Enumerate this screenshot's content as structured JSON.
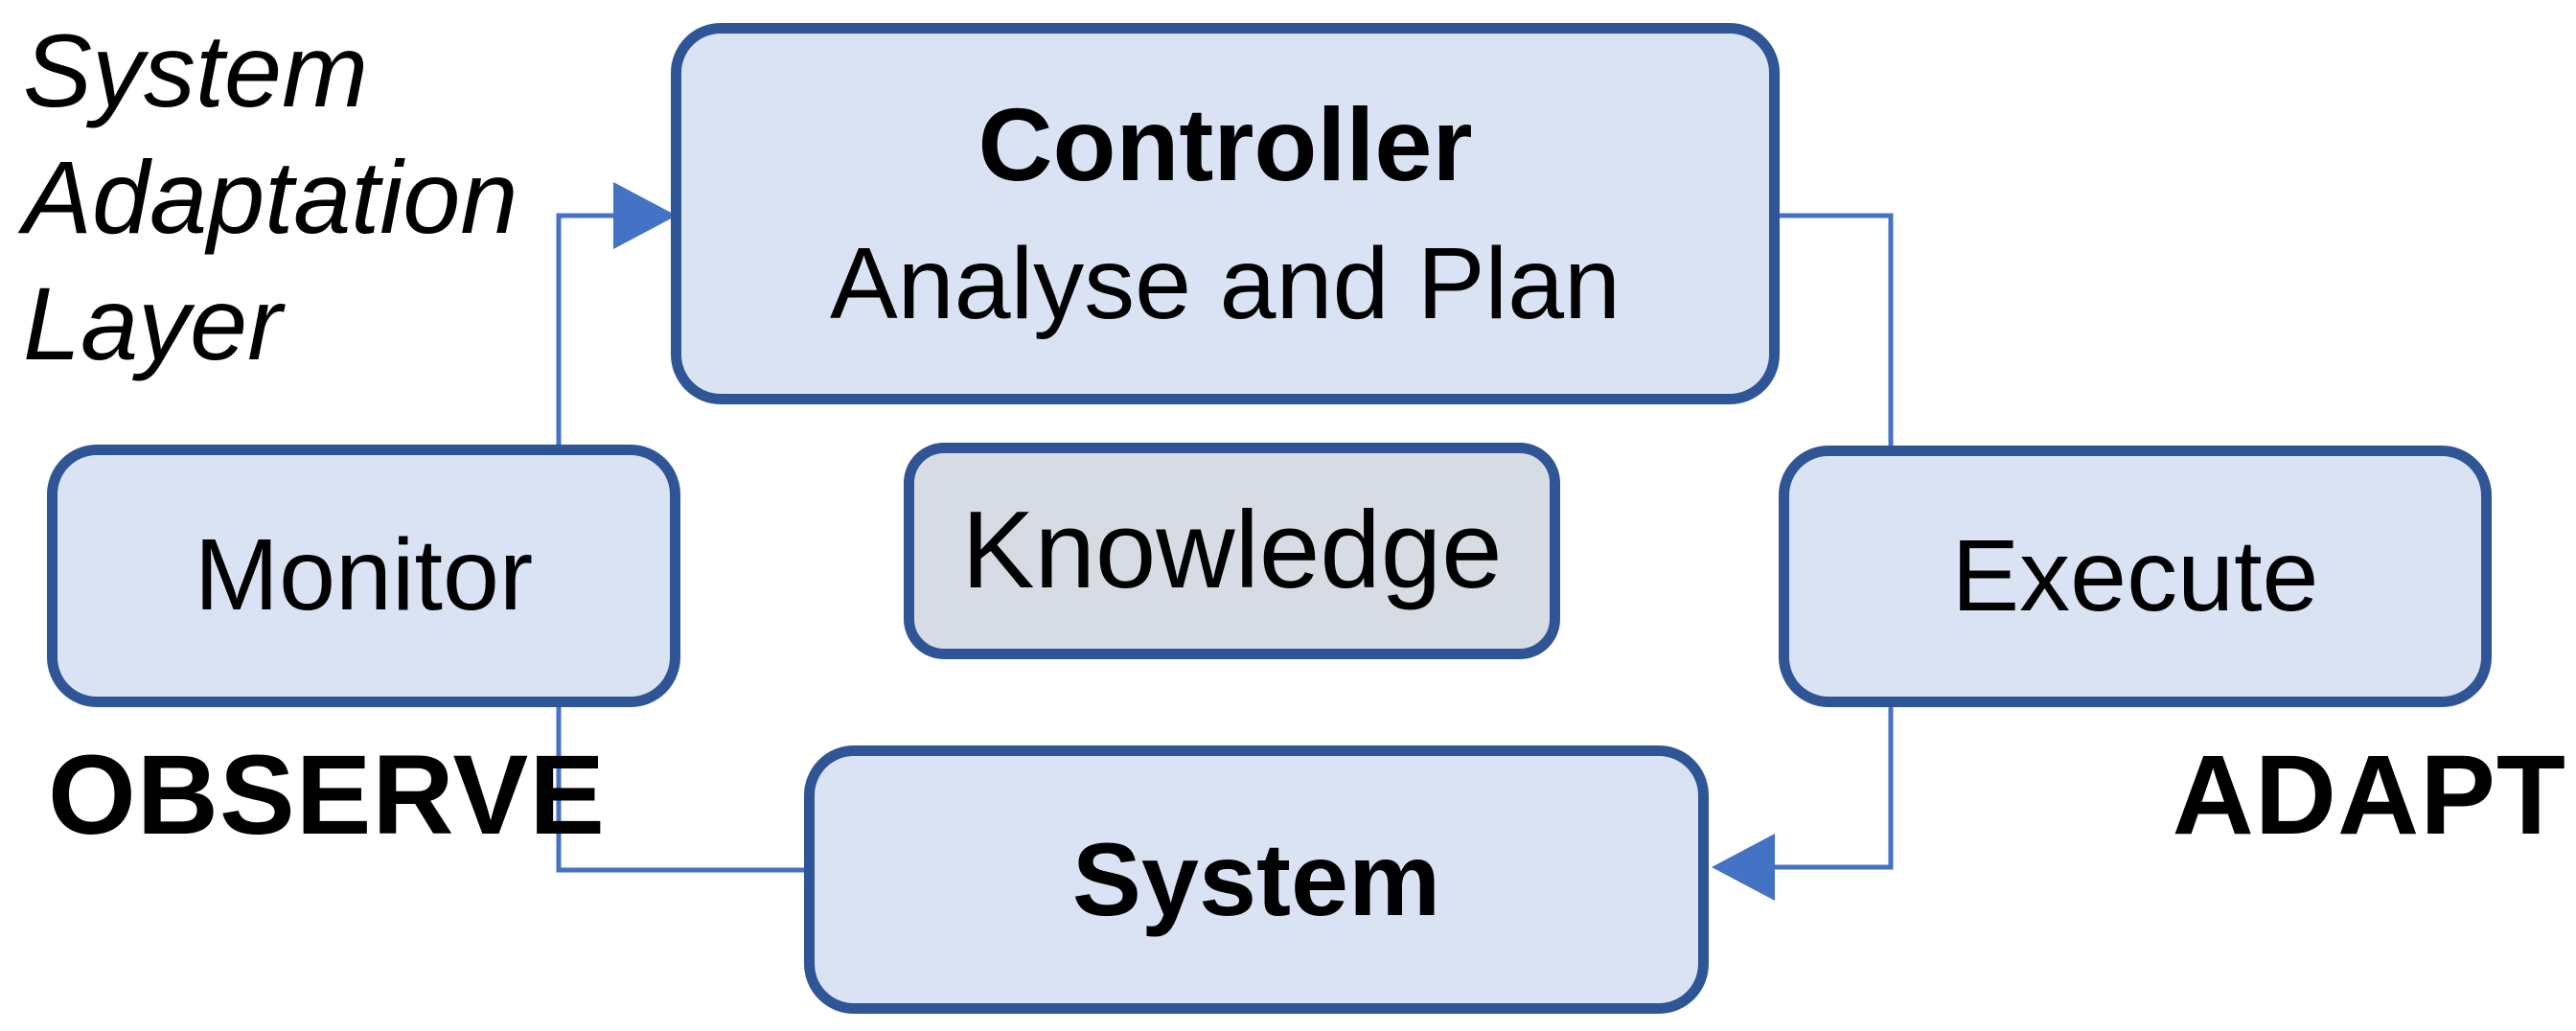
{
  "diagram": {
    "side_label": {
      "text": "System\nAdaptation\nLayer"
    },
    "corner_labels": {
      "observe": "OBSERVE",
      "adapt": "ADAPT"
    },
    "nodes": {
      "controller": {
        "title": "Controller",
        "subtitle": "Analyse and Plan"
      },
      "knowledge": {
        "label": "Knowledge"
      },
      "monitor": {
        "label": "Monitor"
      },
      "execute": {
        "label": "Execute"
      },
      "system": {
        "label": "System"
      }
    },
    "connectors": [
      {
        "name": "system-to-monitor-to-controller",
        "path": "System left edge -> left -> up behind Monitor -> arrow into Controller left edge",
        "arrow_direction": "right"
      },
      {
        "name": "controller-to-execute-to-system",
        "path": "Controller right edge -> right -> down behind Execute -> arrow into System right edge",
        "arrow_direction": "left"
      }
    ],
    "colors": {
      "node_fill_blue": "#dae3f3",
      "node_fill_gray": "#d7dce4",
      "node_border": "#2f5597",
      "connector": "#4472c4",
      "text": "#000000",
      "background": "#ffffff"
    }
  }
}
